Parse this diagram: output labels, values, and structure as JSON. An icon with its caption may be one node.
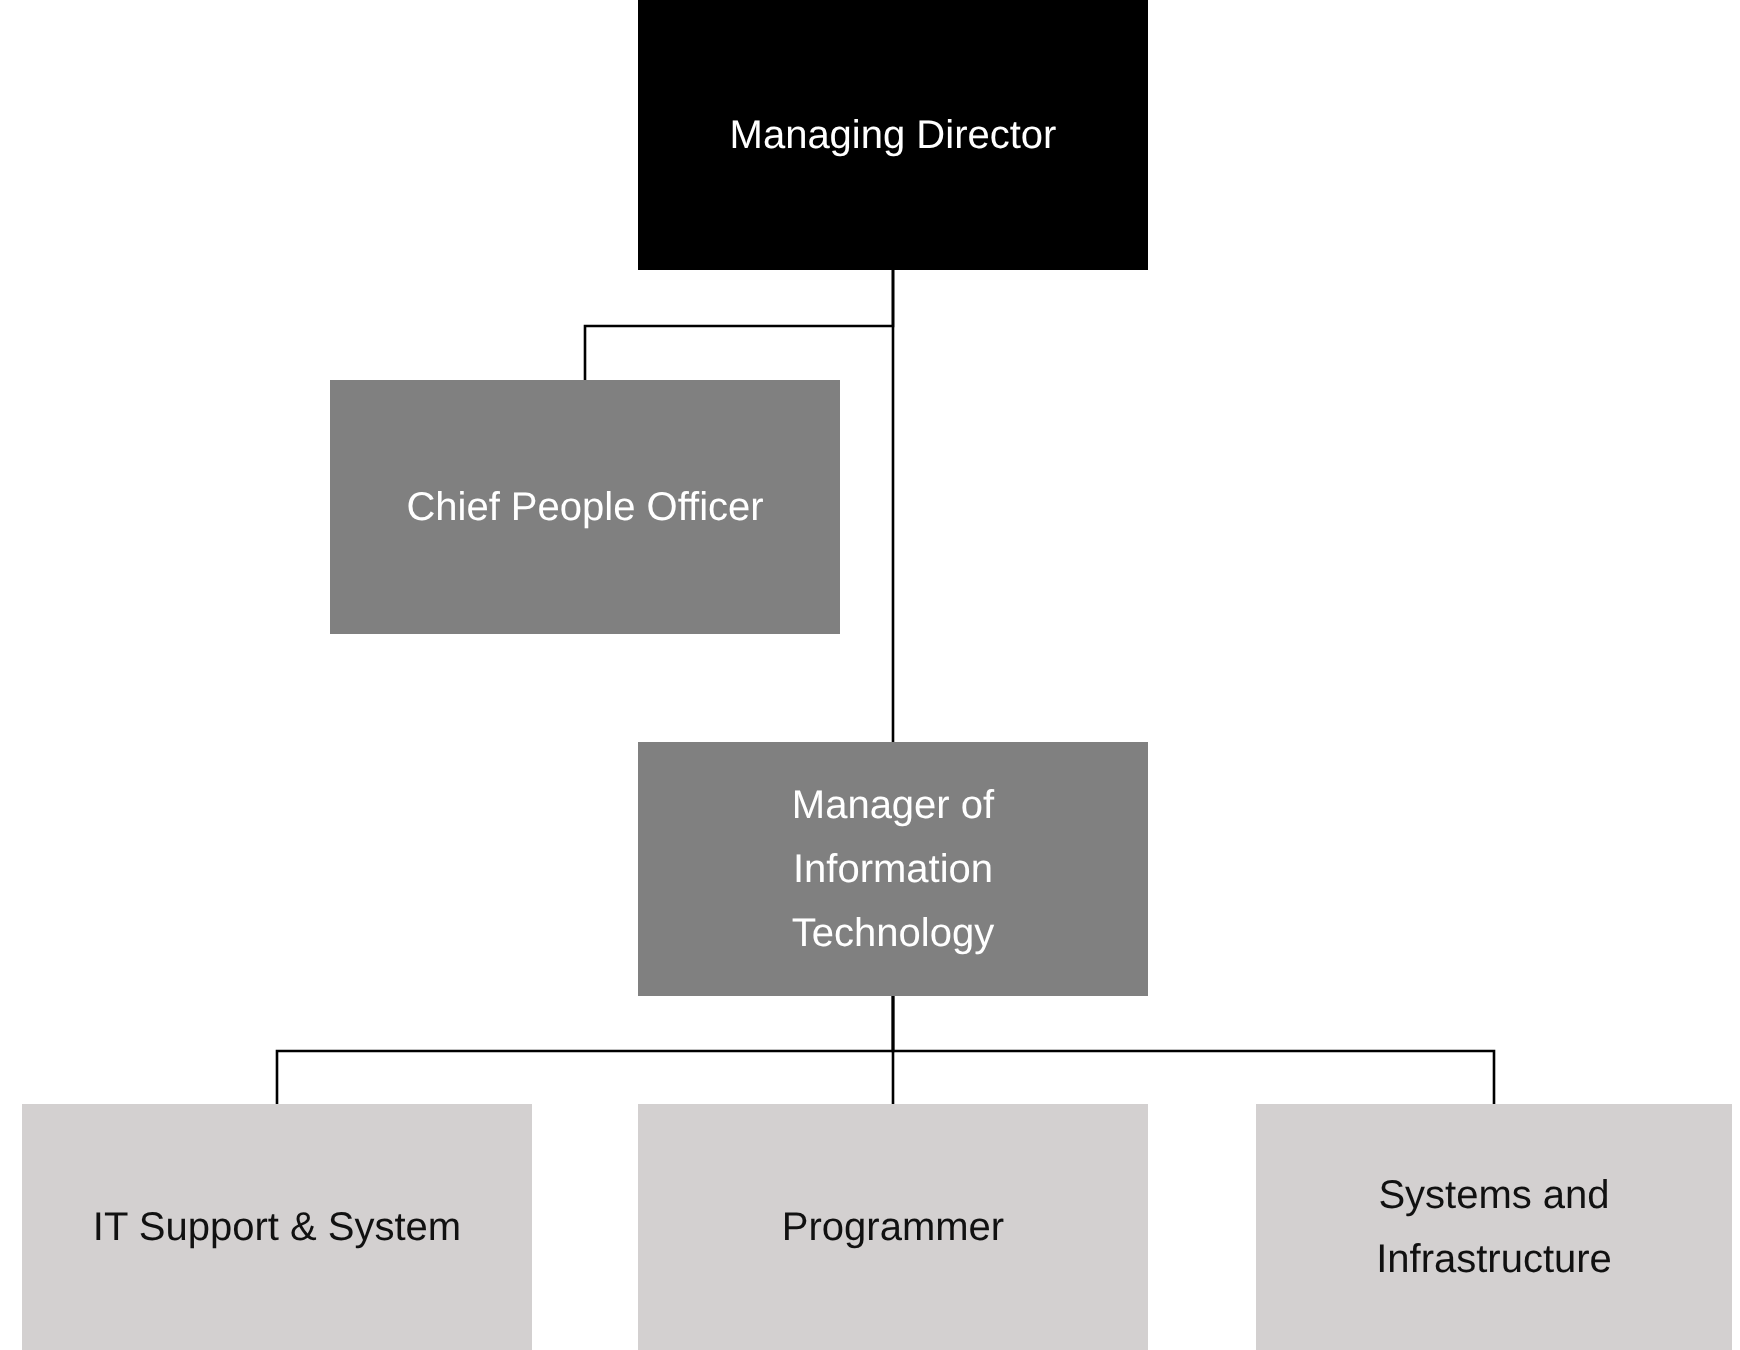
{
  "diagram": {
    "nodes": [
      {
        "text": [
          "Managing Director"
        ]
      },
      {
        "text": [
          "Chief People Officer"
        ]
      },
      {
        "text": [
          "Manager of Information Technology"
        ]
      },
      {
        "text": [
          "IT Support & System"
        ]
      },
      {
        "text": [
          "Programmer"
        ]
      },
      {
        "text": [
          "Systems and Infrastructure"
        ]
      }
    ],
    "edges": [
      {
        "from": 0,
        "to": 1,
        "arrow": "none"
      },
      {
        "from": 0,
        "to": 2,
        "arrow": "none"
      },
      {
        "from": 2,
        "to": 3,
        "arrow": "none"
      },
      {
        "from": 2,
        "to": 4,
        "arrow": "none"
      },
      {
        "from": 2,
        "to": 5,
        "arrow": "none"
      }
    ]
  }
}
